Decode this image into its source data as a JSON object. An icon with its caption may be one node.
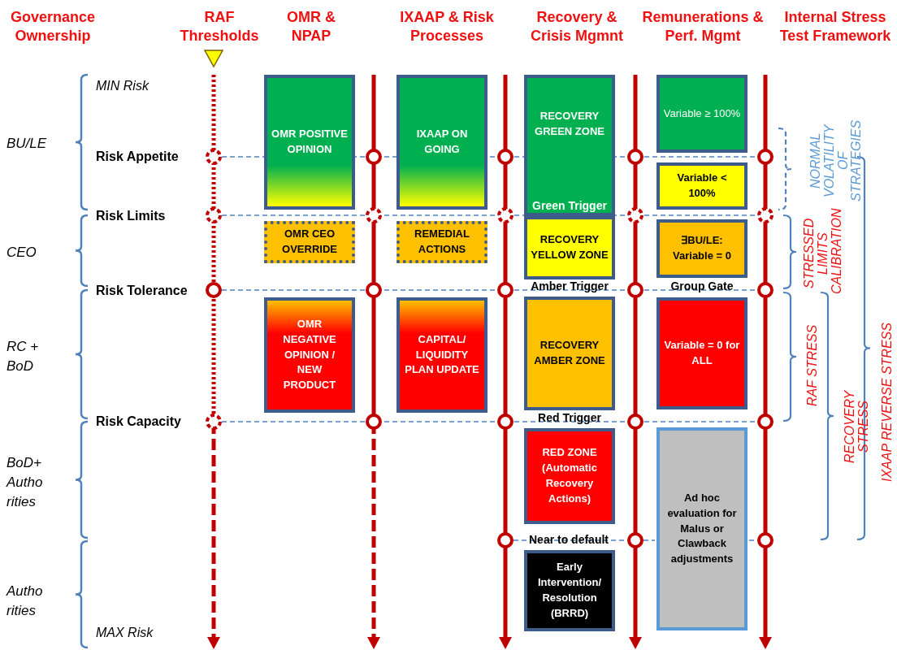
{
  "diagram": {
    "nodes": [
      {
        "text": [
          "OMR POSITIVE OPINION"
        ]
      },
      {
        "text": [
          "IXAAP ON GOING"
        ]
      },
      {
        "text": [
          "RECOVERY GREEN ZONE",
          "Green Trigger"
        ]
      },
      {
        "text": [
          "Variable ≥ 100%"
        ]
      },
      {
        "text": [
          "Variable < 100%"
        ]
      },
      {
        "text": [
          "OMR CEO OVERRIDE"
        ]
      },
      {
        "text": [
          "REMEDIAL ACTIONS"
        ]
      },
      {
        "text": [
          "RECOVERY YELLOW ZONE"
        ]
      },
      {
        "text": [
          "∃BU/LE: Variable = 0"
        ]
      },
      {
        "text": [
          "OMR NEGATIVE OPINION / NEW PRODUCT"
        ]
      },
      {
        "text": [
          "CAPITAL/ LIQUIDITY PLAN UPDATE"
        ]
      },
      {
        "text": [
          "RECOVERY AMBER ZONE"
        ]
      },
      {
        "text": [
          "Variable = 0 for ALL"
        ]
      },
      {
        "text": [
          "RED ZONE (Automatic Recovery Actions)"
        ]
      },
      {
        "text": [
          "Ad hoc evaluation for Malus or Clawback adjustments"
        ]
      },
      {
        "text": [
          "Early Intervention/ Resolution (BRRD)"
        ]
      }
    ],
    "labels": [
      "Governance Ownership",
      "RAF Thresholds",
      "OMR & NPAP",
      "IXAAP & Risk Processes",
      "Recovery & Crisis Mgmnt",
      "Remunerations & Perf. Mgmt",
      "Internal Stress Test Framework",
      "MIN Risk",
      "BU/LE",
      "Risk Appetite",
      "NORMAL VOLATILITY OF STRATEGIES",
      "Risk Limits",
      "CEO",
      "STRESSED LIMITS CALIBRATION",
      "Risk Tolerance",
      "Amber Trigger",
      "Group Gate",
      "RC + BoD",
      "RAF STRESS",
      "IXAAP REVERSE STRESS",
      "Risk Capacity",
      "Red Trigger",
      "RECOVERY STRESS",
      "BoD+ Autho rities",
      "Near to default",
      "Autho rities",
      "MAX Risk"
    ]
  }
}
